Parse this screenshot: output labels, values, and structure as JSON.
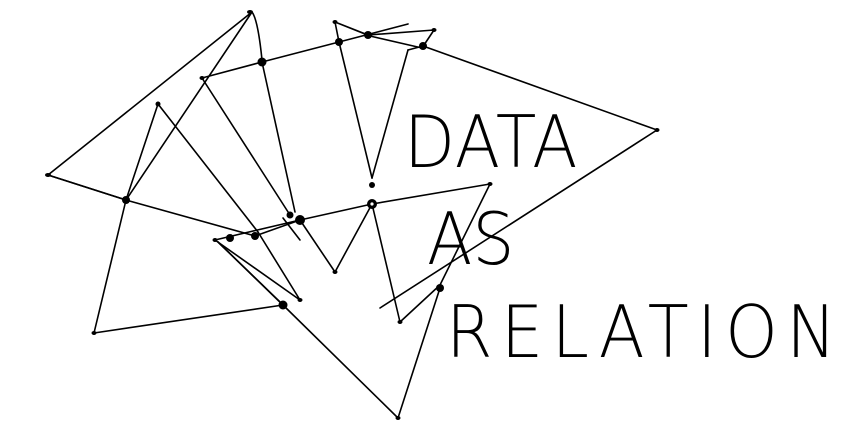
{
  "logo": {
    "title_lines": [
      "DATA",
      "AS",
      "RELATION"
    ],
    "full_title": "DATA AS RELATION",
    "colors": {
      "ink": "#000000",
      "background": "#ffffff"
    }
  },
  "graphic": {
    "style": "interlinked triangular line network with blobby nodes",
    "stroke_color": "#000000",
    "node_color": "#000000"
  }
}
